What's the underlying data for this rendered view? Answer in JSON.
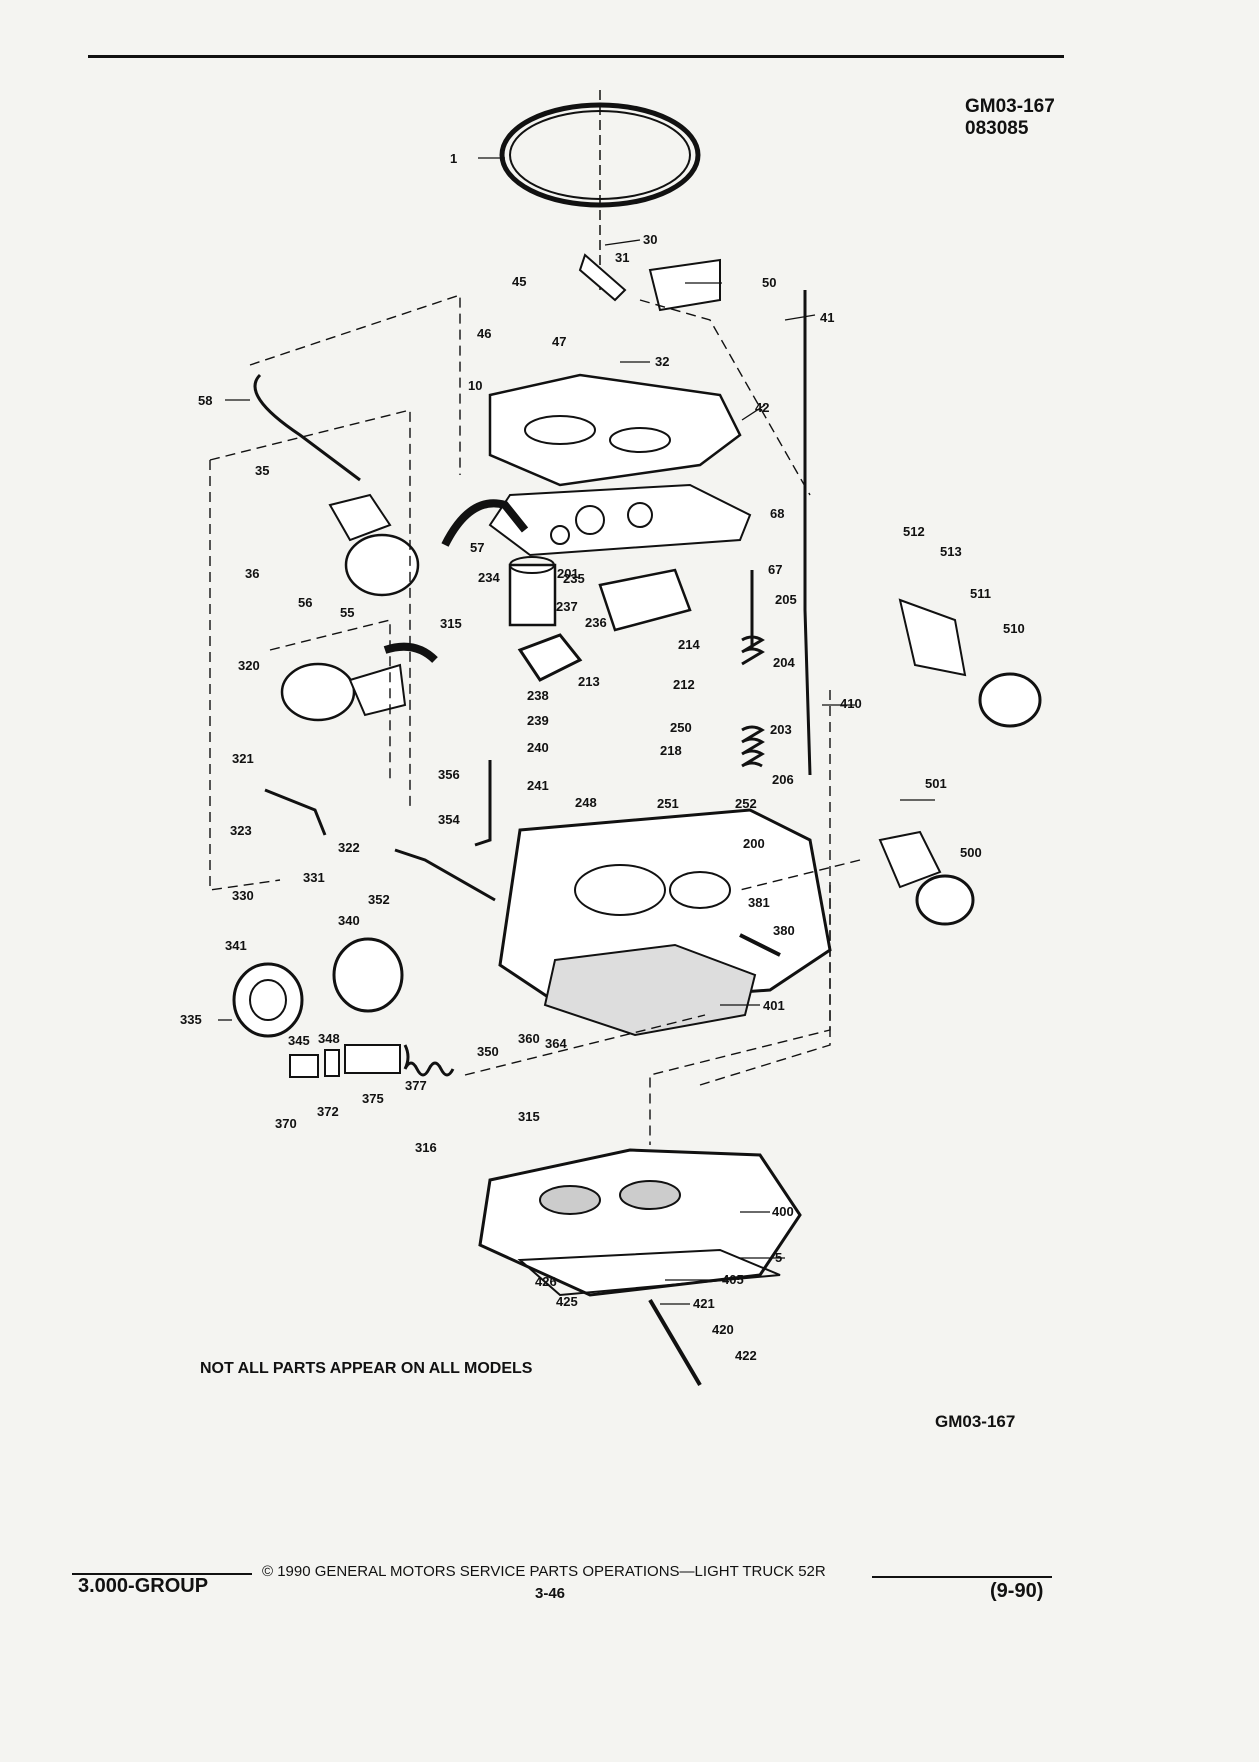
{
  "header": {
    "figure_code": "GM03-167",
    "figure_date": "083085"
  },
  "diagram": {
    "note": "NOT ALL PARTS APPEAR ON ALL MODELS",
    "figure_code_bottom": "GM03-167",
    "part_labels": [
      "1",
      "5",
      "10",
      "30",
      "31",
      "32",
      "35",
      "36",
      "41",
      "42",
      "45",
      "46",
      "47",
      "50",
      "55",
      "56",
      "57",
      "58",
      "67",
      "68",
      "200",
      "201",
      "203",
      "204",
      "205",
      "206",
      "212",
      "213",
      "214",
      "218",
      "234",
      "235",
      "236",
      "237",
      "238",
      "239",
      "240",
      "241",
      "248",
      "250",
      "251",
      "252",
      "315",
      "315",
      "316",
      "320",
      "321",
      "322",
      "323",
      "330",
      "331",
      "335",
      "340",
      "341",
      "345",
      "348",
      "350",
      "352",
      "354",
      "356",
      "360",
      "364",
      "370",
      "372",
      "375",
      "377",
      "380",
      "381",
      "400",
      "401",
      "405",
      "410",
      "420",
      "421",
      "422",
      "425",
      "426",
      "500",
      "501",
      "510",
      "511",
      "512",
      "513"
    ]
  },
  "footer": {
    "group": "3.000-GROUP",
    "copyright": "© 1990  GENERAL MOTORS SERVICE PARTS OPERATIONS—LIGHT TRUCK 52R",
    "page_number": "3-46",
    "revision_date": "(9-90)"
  }
}
